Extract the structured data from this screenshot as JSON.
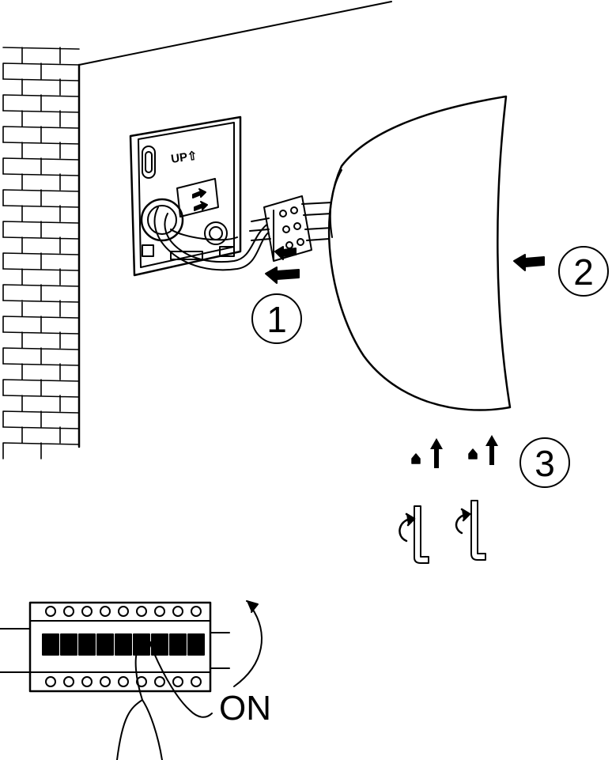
{
  "plate": {
    "up_label": "UP⇧"
  },
  "steps": {
    "step1": "1",
    "step2": "2",
    "step3": "3"
  },
  "breaker": {
    "on_label": "ON"
  },
  "colors": {
    "ink": "#000000",
    "paper": "#ffffff"
  },
  "icons": [
    "brick-wall-icon",
    "mounting-plate-icon",
    "terminal-block-icon",
    "heater-unit-icon",
    "push-arrow-icon",
    "screw-icon",
    "allen-key-icon",
    "circuit-breaker-icon",
    "hand-icon",
    "rotate-arrow-icon"
  ]
}
